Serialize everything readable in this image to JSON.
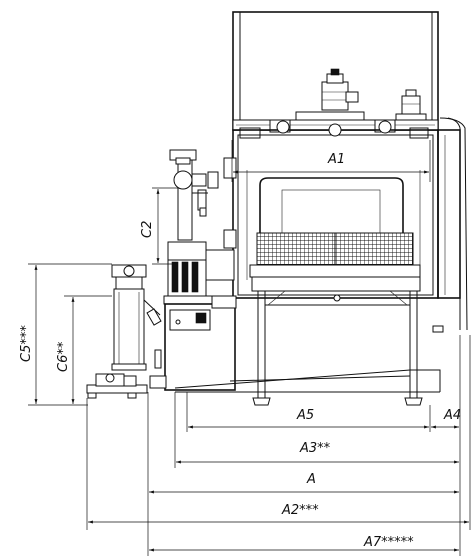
{
  "dimensions": {
    "horizontal": {
      "A1": "A1",
      "A5": "A5",
      "A4": "A4",
      "A3": "A3**",
      "A": "A",
      "A2": "A2***",
      "A7": "A7*****"
    },
    "vertical": {
      "C2": "C2",
      "C5": "C5***",
      "C6": "C6**"
    }
  },
  "colors": {
    "line": "#111111",
    "background": "#ffffff"
  }
}
